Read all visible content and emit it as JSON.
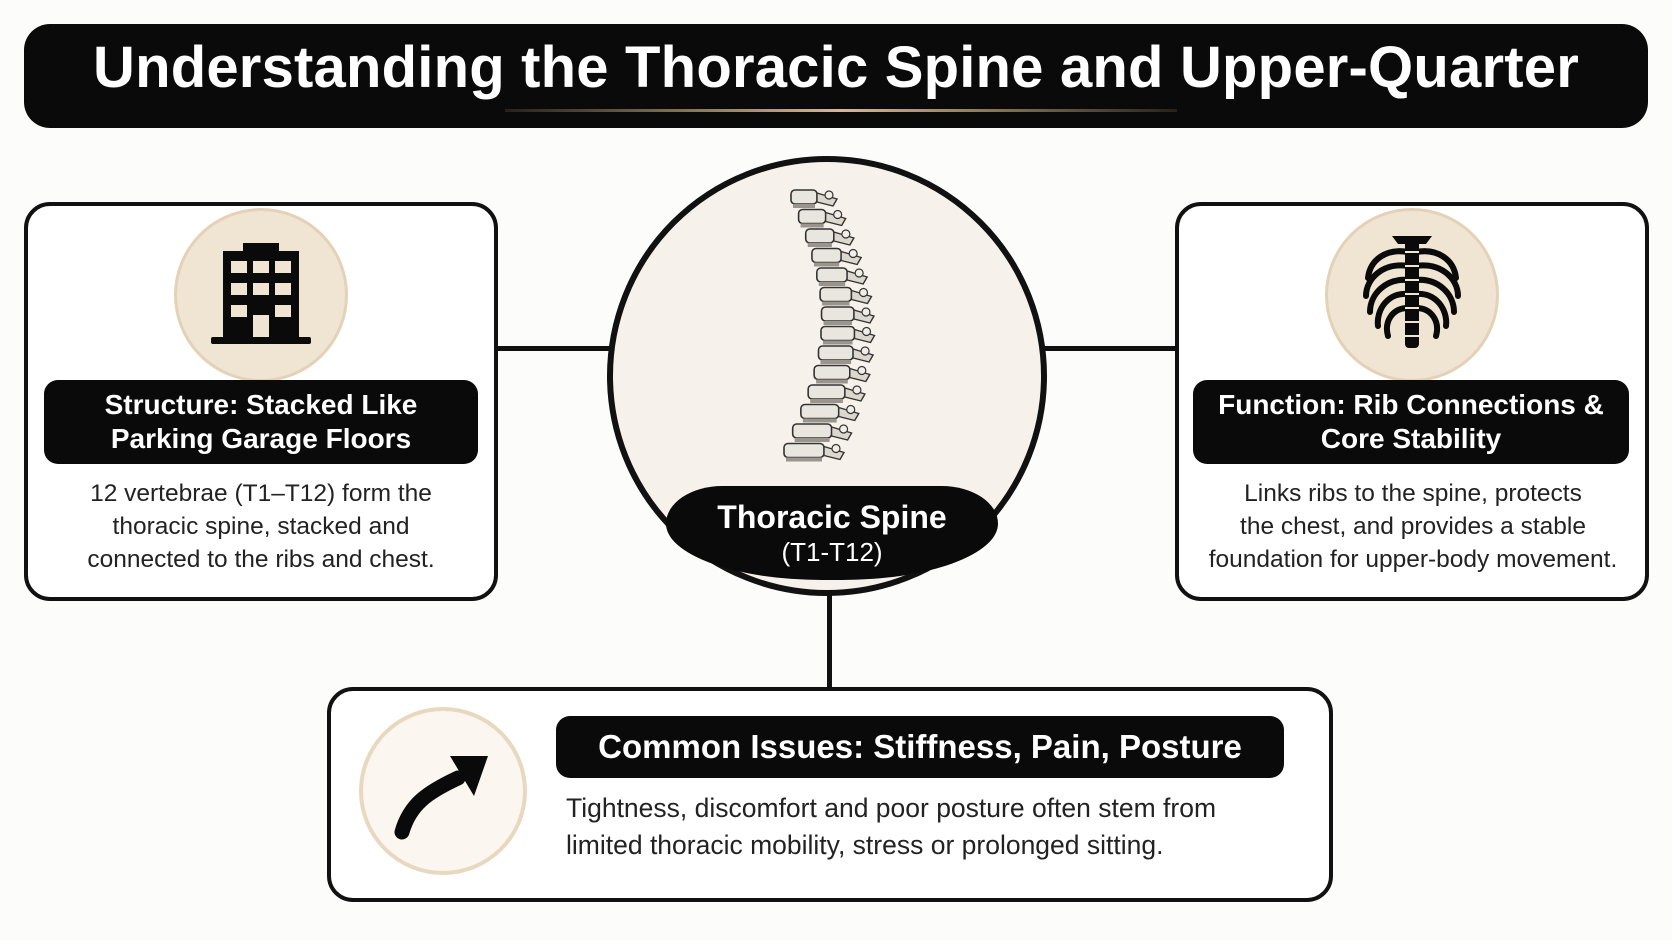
{
  "header": {
    "title": "Understanding the Thoracic Spine and Upper-Quarter"
  },
  "center": {
    "title": "Thoracic Spine",
    "subtitle": "(T1-T12)",
    "icon": "spine-icon"
  },
  "structure": {
    "icon": "building-icon",
    "heading_line1": "Structure: Stacked Like",
    "heading_line2": "Parking Garage Floors",
    "desc_line1": "12 vertebrae (T1–T12) form the",
    "desc_line2": "thoracic spine, stacked and",
    "desc_line3": "connected to the ribs and chest."
  },
  "function": {
    "icon": "ribcage-icon",
    "heading_line1": "Function: Rib Connections &",
    "heading_line2": "Core Stability",
    "desc_line1": "Links ribs to the spine, protects",
    "desc_line2": "the chest, and provides a stable",
    "desc_line3": "foundation for upper-body movement."
  },
  "issues": {
    "icon": "curved-arrow-icon",
    "heading": "Common Issues: Stiffness, Pain, Posture",
    "desc_line1": "Tightness, discomfort and poor posture often stem from",
    "desc_line2": "limited thoracic mobility, stress or prolonged sitting."
  },
  "colors": {
    "accent": "#f0e4d3",
    "ink": "#0a0a0a",
    "underline": "#d9b98a"
  }
}
